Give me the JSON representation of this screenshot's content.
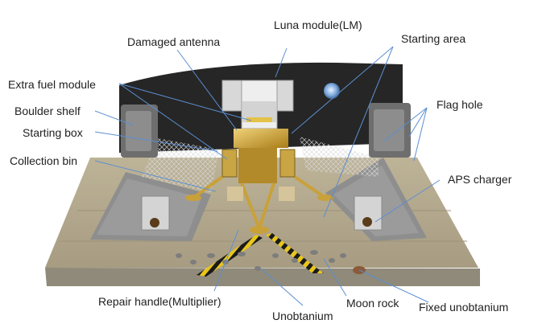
{
  "labels": {
    "luna_module": "Luna module(LM)",
    "damaged_antenna": "Damaged antenna",
    "starting_area": "Starting area",
    "extra_fuel_module": "Extra fuel module",
    "boulder_shelf": "Boulder shelf",
    "flag_hole": "Flag hole",
    "starting_box": "Starting box",
    "collection_bin": "Collection bin",
    "aps_charger": "APS charger",
    "repair_handle": "Repair handle(Multiplier)",
    "moon_rock": "Moon rock",
    "fixed_unobtanium": "Fixed unobtanium",
    "unobtanium": "Unobtanium"
  },
  "colors": {
    "backdrop": "#262626",
    "field": "#b3a88d",
    "board_edge": "#8f8a7a",
    "rock": "#7d7d7d",
    "lander_gold": "#d1a62e",
    "leader_line": "#5b8fd1",
    "hazard_yellow": "#e8c61b",
    "hazard_black": "#1b1b1b"
  }
}
